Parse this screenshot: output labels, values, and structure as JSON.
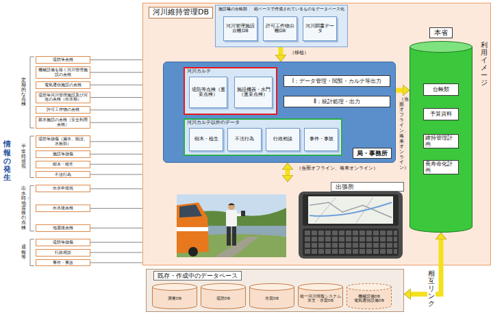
{
  "diagram": {
    "nodes": [
      {
        "text": [
          "河川維持管理DB"
        ]
      },
      {
        "text": [
          "施設毎の台帳類",
          "紙ベースで作成されているものをデータベース化"
        ],
        "in": 0
      },
      {
        "text": [
          "河川管理施設台帳DB"
        ],
        "in": 1
      },
      {
        "text": [
          "許可工作物台帳DB"
        ],
        "in": 1
      },
      {
        "text": [
          "河川調書データ"
        ],
        "in": 1
      },
      {
        "text": [
          "局・事務所"
        ],
        "in": 0
      },
      {
        "text": [
          "河川カルテ"
        ],
        "in": 5
      },
      {
        "text": [
          "堤防等点検（重要点検）"
        ],
        "in": 6
      },
      {
        "text": [
          "施設機器・水門（重要点検）"
        ],
        "in": 6
      },
      {
        "text": [
          "Ⅰ：データ管理・閲覧・カルテ等出力"
        ],
        "in": 5
      },
      {
        "text": [
          "Ⅱ：統計処理・出力"
        ],
        "in": 5
      },
      {
        "text": [
          "河川カルテ以外のデータ"
        ],
        "in": 5
      },
      {
        "text": [
          "樹木・植生"
        ],
        "in": 11
      },
      {
        "text": [
          "不法行為"
        ],
        "in": 11
      },
      {
        "text": [
          "行政相談"
        ],
        "in": 11
      },
      {
        "text": [
          "事件・事故"
        ],
        "in": 11
      },
      {
        "text": [
          "出張所"
        ],
        "in": 0
      },
      {
        "text": [
          "本省"
        ],
        "in": 0
      },
      {
        "text": [
          "台帳類"
        ],
        "in": 17
      },
      {
        "text": [
          "予算資料"
        ],
        "in": 17
      },
      {
        "text": [
          "維持管理計画"
        ],
        "in": 17
      },
      {
        "text": [
          "長寿命化計画"
        ],
        "in": 17
      },
      {
        "text": [
          "既存・作成中のデータベース"
        ]
      },
      {
        "text": [
          "測量DB"
        ],
        "in": 22
      },
      {
        "text": [
          "堤防DB"
        ],
        "in": 22
      },
      {
        "text": [
          "水質DB"
        ],
        "in": 22
      },
      {
        "text": [
          "統一河川情報システム 水文・水質DB"
        ],
        "in": 22
      },
      {
        "text": [
          "機械設備DB 電気通信設備DB"
        ],
        "in": 22
      },
      {
        "text": [
          "堤防等点検"
        ]
      },
      {
        "text": [
          "機械設備を除く河川管理施設の点検"
        ]
      },
      {
        "text": [
          "電気通信施設の点検"
        ]
      },
      {
        "text": [
          "堤防等河川管理施設及び河道の点検（出水期）"
        ]
      },
      {
        "text": [
          "許可工作物の点検"
        ]
      },
      {
        "text": [
          "親水施設の点検（安全利用点検）"
        ]
      },
      {
        "text": [
          "堤防等損傷（漏水、陥没、水衝部）"
        ]
      },
      {
        "text": [
          "施設等損傷"
        ]
      },
      {
        "text": [
          "樹木・植生"
        ]
      },
      {
        "text": [
          "不法行為"
        ]
      },
      {
        "text": [
          "出水中巡視"
        ]
      },
      {
        "text": [
          "出水後点検"
        ]
      },
      {
        "text": [
          "地震後点検"
        ]
      },
      {
        "text": [
          "堤防等損傷"
        ]
      },
      {
        "text": [
          "行政相談"
        ]
      },
      {
        "text": [
          "事件・事故"
        ]
      }
    ],
    "edges": [
      {
        "from": 1,
        "to": 5,
        "arrow": "to",
        "label": "（移植）"
      },
      {
        "from": 5,
        "to": 16,
        "arrow": "both",
        "label": "（当面オフライン、将来オンライン）"
      },
      {
        "from": 5,
        "to": 17,
        "arrow": "to",
        "label": "（当面オフライン、将来オンライン）"
      },
      {
        "from": 17,
        "to": 22,
        "arrow": "both",
        "label": "相互リンク"
      },
      {
        "from": 28,
        "to": 0,
        "arrow": "none"
      },
      {
        "from": 29,
        "to": 0,
        "arrow": "none"
      },
      {
        "from": 30,
        "to": 0,
        "arrow": "none"
      },
      {
        "from": 31,
        "to": 0,
        "arrow": "none"
      },
      {
        "from": 32,
        "to": 0,
        "arrow": "none"
      },
      {
        "from": 33,
        "to": 0,
        "arrow": "none"
      },
      {
        "from": 34,
        "to": 0,
        "arrow": "none"
      },
      {
        "from": 35,
        "to": 0,
        "arrow": "none"
      },
      {
        "from": 36,
        "to": 0,
        "arrow": "none"
      },
      {
        "from": 37,
        "to": 0,
        "arrow": "none"
      },
      {
        "from": 38,
        "to": 0,
        "arrow": "none"
      },
      {
        "from": 39,
        "to": 0,
        "arrow": "none"
      },
      {
        "from": 40,
        "to": 0,
        "arrow": "none"
      },
      {
        "from": 41,
        "to": 0,
        "arrow": "none"
      },
      {
        "from": 42,
        "to": 0,
        "arrow": "none"
      },
      {
        "from": 43,
        "to": 0,
        "arrow": "none"
      }
    ],
    "labels": [
      "情報の発生",
      "定期的な点検",
      "平常時巡視",
      "出水時・地震後の点検",
      "通報等",
      "利用イメージ"
    ]
  }
}
